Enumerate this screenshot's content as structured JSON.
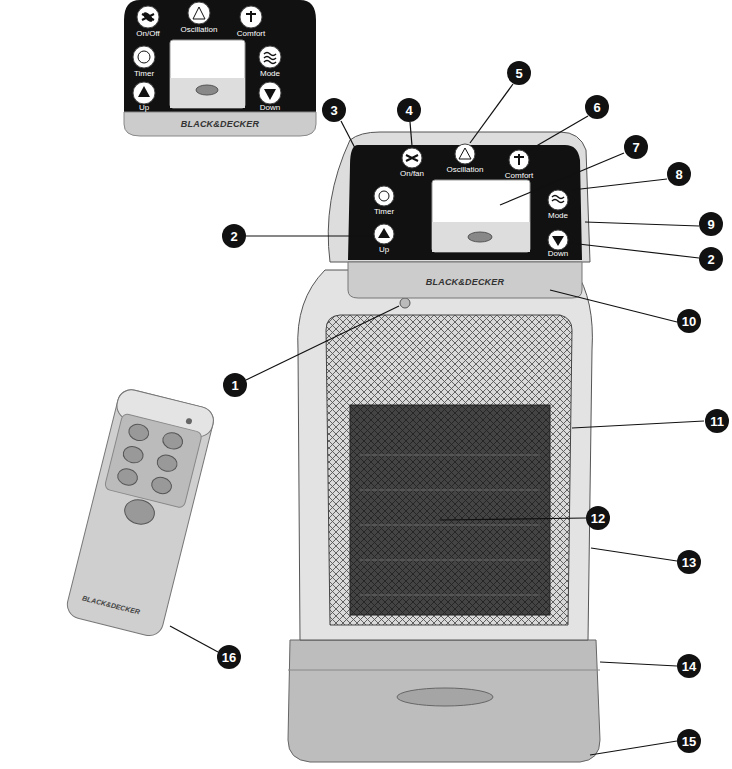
{
  "diagram": {
    "labels": [
      "On/Off",
      "Oscillation",
      "Comfort",
      "Timer",
      "Mode",
      "Up",
      "Down",
      "BLACK&DECKER",
      "On/fan",
      "Oscillation",
      "Comfort",
      "Timer",
      "Mode",
      "Up",
      "Down",
      "BLACK&DECKER",
      "BLACK&DECKER",
      "1",
      "2",
      "2",
      "3",
      "4",
      "5",
      "6",
      "7",
      "8",
      "9",
      "10",
      "11",
      "12",
      "13",
      "14",
      "15",
      "16"
    ]
  }
}
